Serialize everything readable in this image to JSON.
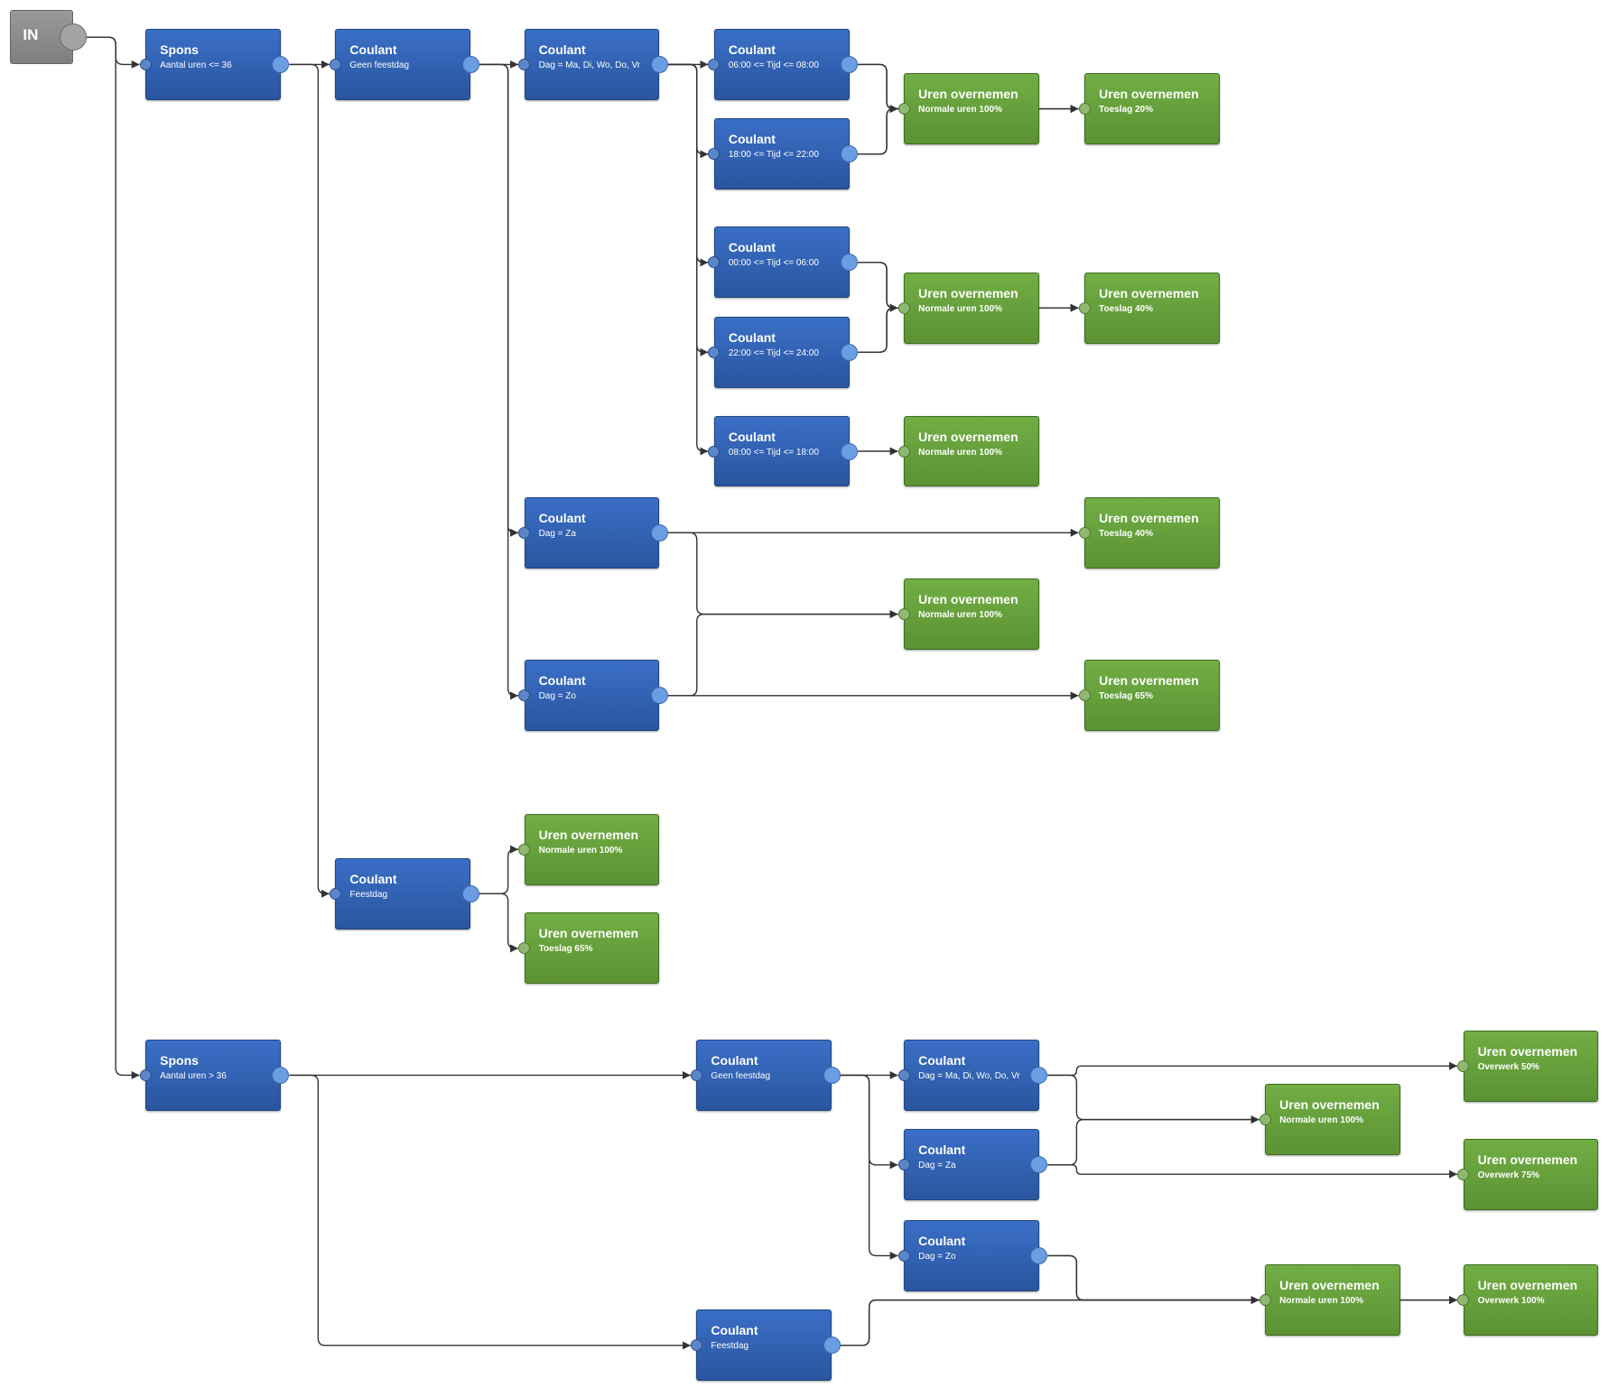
{
  "diagram": {
    "colors": {
      "condition_node": "#2f60b0",
      "action_node": "#66a03c",
      "start_node": "#8c8c8c",
      "wire": "#333333"
    },
    "nodes": [
      {
        "id": "in",
        "kind": "start",
        "title": "IN",
        "sub": ""
      },
      {
        "id": "sp1",
        "kind": "blue",
        "title": "Spons",
        "sub": "Aantal uren <= 36"
      },
      {
        "id": "c1",
        "kind": "blue",
        "title": "Coulant",
        "sub": "Geen feestdag"
      },
      {
        "id": "c2",
        "kind": "blue",
        "title": "Coulant",
        "sub": "Dag = Ma, Di, Wo, Do, Vr"
      },
      {
        "id": "t1",
        "kind": "blue",
        "title": "Coulant",
        "sub": "06:00 <= Tijd <= 08:00"
      },
      {
        "id": "t2",
        "kind": "blue",
        "title": "Coulant",
        "sub": "18:00 <= Tijd <= 22:00"
      },
      {
        "id": "g1",
        "kind": "green",
        "title": "Uren overnemen",
        "sub": "Normale uren 100%"
      },
      {
        "id": "g2",
        "kind": "green",
        "title": "Uren overnemen",
        "sub": "Toeslag 20%"
      },
      {
        "id": "t3",
        "kind": "blue",
        "title": "Coulant",
        "sub": "00:00 <= Tijd <= 06:00"
      },
      {
        "id": "t4",
        "kind": "blue",
        "title": "Coulant",
        "sub": "22:00 <= Tijd <= 24:00"
      },
      {
        "id": "g3",
        "kind": "green",
        "title": "Uren overnemen",
        "sub": "Normale uren 100%"
      },
      {
        "id": "g4",
        "kind": "green",
        "title": "Uren overnemen",
        "sub": "Toeslag 40%"
      },
      {
        "id": "t5",
        "kind": "blue",
        "title": "Coulant",
        "sub": "08:00 <= Tijd <= 18:00"
      },
      {
        "id": "g5",
        "kind": "green",
        "title": "Uren overnemen",
        "sub": "Normale uren 100%"
      },
      {
        "id": "za1",
        "kind": "blue",
        "title": "Coulant",
        "sub": "Dag = Za"
      },
      {
        "id": "g6",
        "kind": "green",
        "title": "Uren overnemen",
        "sub": "Toeslag 40%"
      },
      {
        "id": "g7",
        "kind": "green",
        "title": "Uren overnemen",
        "sub": "Normale uren 100%"
      },
      {
        "id": "zo1",
        "kind": "blue",
        "title": "Coulant",
        "sub": "Dag = Zo"
      },
      {
        "id": "g8",
        "kind": "green",
        "title": "Uren overnemen",
        "sub": "Toeslag 65%"
      },
      {
        "id": "fd1",
        "kind": "blue",
        "title": "Coulant",
        "sub": "Feestdag"
      },
      {
        "id": "g9",
        "kind": "green",
        "title": "Uren overnemen",
        "sub": "Normale uren 100%"
      },
      {
        "id": "g10",
        "kind": "green",
        "title": "Uren overnemen",
        "sub": "Toeslag 65%"
      },
      {
        "id": "sp2",
        "kind": "blue",
        "title": "Spons",
        "sub": "Aantal uren > 36"
      },
      {
        "id": "c3",
        "kind": "blue",
        "title": "Coulant",
        "sub": "Geen feestdag"
      },
      {
        "id": "d1",
        "kind": "blue",
        "title": "Coulant",
        "sub": "Dag = Ma, Di, Wo, Do, Vr"
      },
      {
        "id": "d2",
        "kind": "blue",
        "title": "Coulant",
        "sub": "Dag = Za"
      },
      {
        "id": "d3",
        "kind": "blue",
        "title": "Coulant",
        "sub": "Dag = Zo"
      },
      {
        "id": "fd2",
        "kind": "blue",
        "title": "Coulant",
        "sub": "Feestdag"
      },
      {
        "id": "g11",
        "kind": "green",
        "title": "Uren overnemen",
        "sub": "Overwerk 50%"
      },
      {
        "id": "g12",
        "kind": "green",
        "title": "Uren overnemen",
        "sub": "Normale uren 100%"
      },
      {
        "id": "g13",
        "kind": "green",
        "title": "Uren overnemen",
        "sub": "Overwerk 75%"
      },
      {
        "id": "g14",
        "kind": "green",
        "title": "Uren overnemen",
        "sub": "Normale uren 100%"
      },
      {
        "id": "g15",
        "kind": "green",
        "title": "Uren overnemen",
        "sub": "Overwerk 100%"
      }
    ],
    "edges": [
      [
        "in",
        "sp1"
      ],
      [
        "in",
        "sp2"
      ],
      [
        "sp1",
        "c1"
      ],
      [
        "sp1",
        "fd1"
      ],
      [
        "c1",
        "c2"
      ],
      [
        "c1",
        "za1"
      ],
      [
        "c1",
        "zo1"
      ],
      [
        "c2",
        "t1"
      ],
      [
        "c2",
        "t2"
      ],
      [
        "c2",
        "t3"
      ],
      [
        "c2",
        "t4"
      ],
      [
        "c2",
        "t5"
      ],
      [
        "t1",
        "g1"
      ],
      [
        "t1",
        "g2"
      ],
      [
        "t2",
        "g1"
      ],
      [
        "t2",
        "g2"
      ],
      [
        "t3",
        "g3"
      ],
      [
        "t3",
        "g4"
      ],
      [
        "t4",
        "g3"
      ],
      [
        "t4",
        "g4"
      ],
      [
        "t5",
        "g5"
      ],
      [
        "za1",
        "g6"
      ],
      [
        "za1",
        "g7"
      ],
      [
        "zo1",
        "g7"
      ],
      [
        "zo1",
        "g8"
      ],
      [
        "fd1",
        "g9"
      ],
      [
        "fd1",
        "g10"
      ],
      [
        "sp2",
        "c3"
      ],
      [
        "sp2",
        "fd2"
      ],
      [
        "c3",
        "d1"
      ],
      [
        "c3",
        "d2"
      ],
      [
        "c3",
        "d3"
      ],
      [
        "d1",
        "g11"
      ],
      [
        "d1",
        "g12"
      ],
      [
        "d2",
        "g12"
      ],
      [
        "d2",
        "g13"
      ],
      [
        "d3",
        "g14"
      ],
      [
        "d3",
        "g15"
      ],
      [
        "fd2",
        "g14"
      ],
      [
        "fd2",
        "g15"
      ]
    ]
  }
}
